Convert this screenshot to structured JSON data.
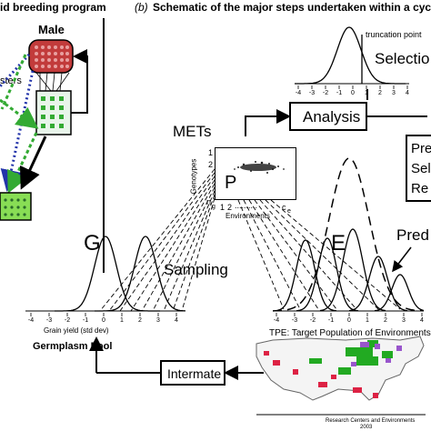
{
  "left_panel": {
    "header": "id breeding program",
    "male_label": "Male",
    "testers_label": "sters"
  },
  "right_panel": {
    "header_prefix": "(b)",
    "header": "Schematic of the major steps undertaken within a cycl",
    "truncation_label": "truncation point",
    "selection_label": "Selectio",
    "analysis_label": "Analysis",
    "mets_label": "METs",
    "p_matrix_label": "P",
    "genotypes_axis": "Genotypes",
    "environments_axis": "Environments",
    "pred_box_lines": [
      "Pre",
      "Sel",
      "Re"
    ],
    "g_label": "G",
    "e_label": "E",
    "sampling_label": "Sampling",
    "prediction_label": "Pred",
    "grain_yield_axis": "Grain yield (std dev)",
    "germplasm_label": "Germplasm Pool",
    "intermate_label": "Intermate",
    "tpe_label": "TPE: Target Population of Environments",
    "map_credit_line1": "Research Centers and Environments",
    "map_credit_line2": "2003",
    "p_rows": [
      "1",
      "2"
    ],
    "p_row_last": "n",
    "p_cols": [
      "1",
      "2",
      "..........",
      "c"
    ],
    "p_row_sub": "g",
    "p_col_sub": "e",
    "top_ticks": [
      "-4",
      "-3",
      "-2",
      "-1",
      "0",
      "1",
      "2",
      "3",
      "4"
    ],
    "g_ticks": [
      "-4",
      "-3",
      "-2",
      "-1",
      "0",
      "1",
      "2",
      "3",
      "4"
    ],
    "e_ticks": [
      "-4",
      "-3",
      "-2",
      "-1",
      "0",
      "1",
      "2",
      "3",
      "4"
    ]
  },
  "colors": {
    "male_node": "#c23b3b",
    "tester_dots": "#33aa33",
    "female_box": "#88dd55",
    "blue_dots": "#2233aa",
    "map_green": "#22aa22",
    "map_red": "#dd2244",
    "map_purple": "#9955cc"
  }
}
